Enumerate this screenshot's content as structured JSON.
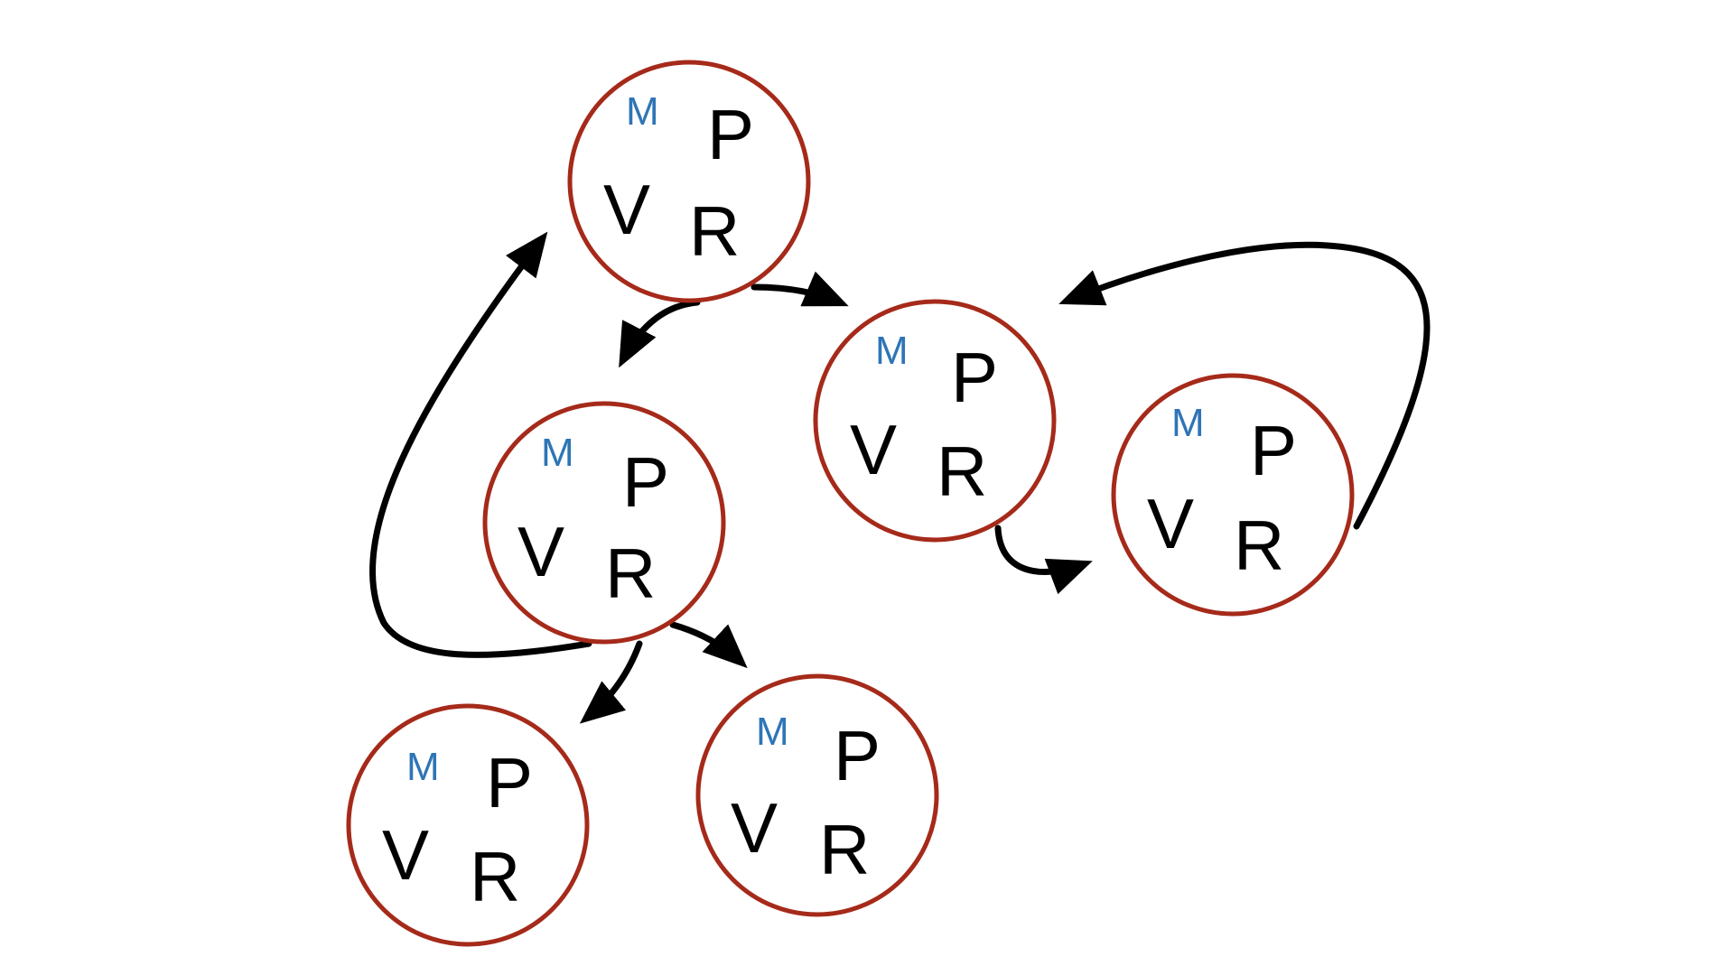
{
  "diagram": {
    "nodes": [
      {
        "id": "n1",
        "m": "M",
        "p": "P",
        "v": "V",
        "r": "R"
      },
      {
        "id": "n2",
        "m": "M",
        "p": "P",
        "v": "V",
        "r": "R"
      },
      {
        "id": "n3",
        "m": "M",
        "p": "P",
        "v": "V",
        "r": "R"
      },
      {
        "id": "n4",
        "m": "M",
        "p": "P",
        "v": "V",
        "r": "R"
      },
      {
        "id": "n5",
        "m": "M",
        "p": "P",
        "v": "V",
        "r": "R"
      },
      {
        "id": "n6",
        "m": "M",
        "p": "P",
        "v": "V",
        "r": "R"
      }
    ],
    "edges": [
      {
        "from": "n1",
        "to": "n2"
      },
      {
        "from": "n1",
        "to": "n3"
      },
      {
        "from": "n3",
        "to": "n1"
      },
      {
        "from": "n3",
        "to": "n4"
      },
      {
        "from": "n3",
        "to": "n5"
      },
      {
        "from": "n2",
        "to": "n6"
      },
      {
        "from": "n6",
        "to": "n2"
      }
    ]
  },
  "colors": {
    "node_outline": "#a52a1a",
    "m_label": "#2e75b6",
    "edge": "#000000"
  }
}
